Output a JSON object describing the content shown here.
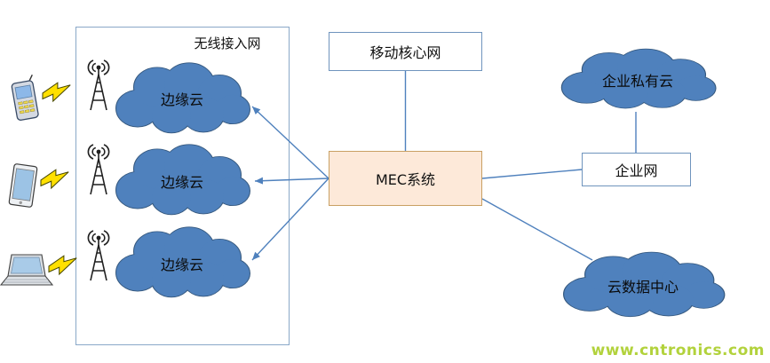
{
  "diagram": {
    "ran_label": "无线接入网",
    "nodes": {
      "core": {
        "label": "移动核心网"
      },
      "mec": {
        "label": "MEC系统"
      },
      "enterprise": {
        "label": "企业网"
      },
      "private_cloud": {
        "label": "企业私有云"
      },
      "datacenter": {
        "label": "云数据中心"
      }
    },
    "edge_clouds": [
      {
        "label": "边缘云"
      },
      {
        "label": "边缘云"
      },
      {
        "label": "边缘云"
      }
    ],
    "icons": {
      "devices": [
        "phone-icon",
        "tablet-icon",
        "laptop-icon"
      ],
      "antenna": "antenna-icon",
      "lightning": "lightning-icon",
      "cloud": "cloud-shape"
    },
    "colors": {
      "cloud_fill": "#4f81bd",
      "cloud_stroke": "#36597f",
      "mec_fill": "#fde9d9",
      "connector": "#4f81bd",
      "lightning": "#ffe000",
      "watermark": "#b2d23c"
    },
    "watermark": "www.cntronics.com"
  }
}
